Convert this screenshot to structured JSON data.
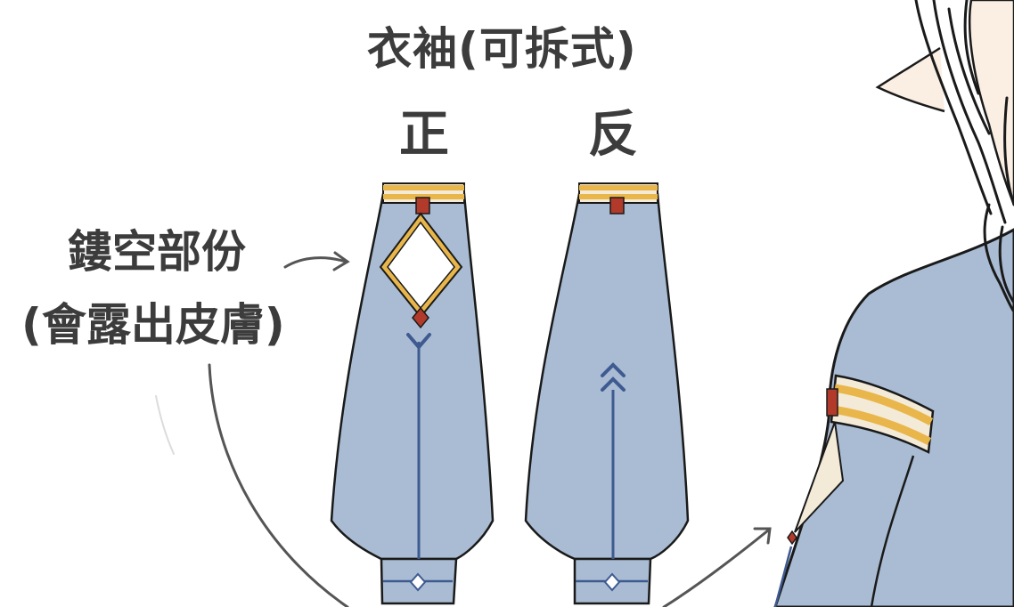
{
  "title": "衣袖(可拆式)",
  "front_label": "正",
  "back_label": "反",
  "note_line1": "鏤空部份",
  "note_line2": "(會露出皮膚)",
  "colors": {
    "sleeve_fill": "#a9bcd3",
    "sleeve_outline": "#1a1a1a",
    "gold_band": "#e9b64b",
    "cream_band": "#f4ead8",
    "red_accent": "#b23a2a",
    "navy_line": "#3e5a91",
    "text": "#3c3c3c",
    "arrow_gray": "#555555"
  }
}
